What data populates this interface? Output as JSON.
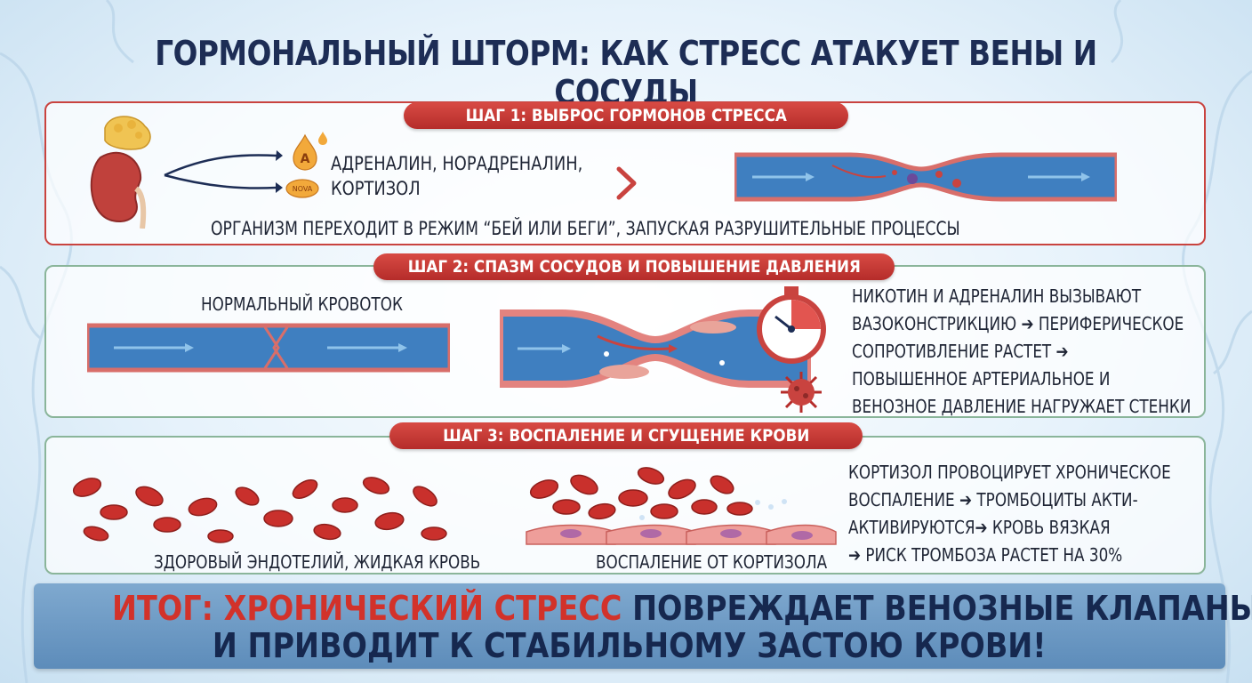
{
  "title": "ГОРМОНАЛЬНЫЙ ШТОРМ: КАК СТРЕСС АТАКУЕТ ВЕНЫ И СОСУДЫ",
  "step1": {
    "label": "ШАГ 1: ВЫБРОС ГОРМОНОВ СТРЕССА",
    "hormones_line1": "АДРЕНАЛИН, НОРАДРЕНАЛИН,",
    "hormones_line2": "КОРТИЗОЛ",
    "drop_a": "A",
    "drop_b": "NOVA",
    "caption": "ОРГАНИЗМ ПЕРЕХОДИТ В РЕЖИМ “БЕЙ ИЛИ БЕГИ”, ЗАПУСКАЯ РАЗРУШИТЕЛЬНЫЕ ПРОЦЕССЫ"
  },
  "step2": {
    "label": "ШАГ 2: СПАЗМ СОСУДОВ И ПОВЫШЕНИЕ ДАВЛЕНИЯ",
    "normal_label": "НОРМАЛЬНЫЙ КРОВОТОК",
    "text": [
      "НИКОТИН И АДРЕНАЛИН ВЫЗЫВАЮТ",
      "ВАЗОКОНСТРИКЦИЮ ➔ ПЕРИФЕРИЧЕСКОЕ",
      "СОПРОТИВЛЕНИЕ РАСТЕТ ➔",
      "ПОВЫШЕННОЕ АРТЕРИАЛЬНОЕ И",
      "ВЕНОЗНОЕ ДАВЛЕНИЕ НАГРУЖАЕТ СТЕНКИ"
    ]
  },
  "step3": {
    "label": "ШАГ 3: ВОСПАЛЕНИЕ И СГУЩЕНИЕ КРОВИ",
    "healthy_label": "ЗДОРОВЫЙ ЭНДОТЕЛИЙ, ЖИДКАЯ КРОВЬ",
    "inflammation_label": "ВОСПАЛЕНИЕ ОТ КОРТИЗОЛА",
    "text": [
      "КОРТИЗОЛ ПРОВОЦИРУЕТ ХРОНИЧЕСКОЕ",
      "ВОСПАЛЕНИЕ ➔ ТРОМБОЦИТЫ АКТИ-",
      "АКТИВИРУЮТСЯ➔ КРОВЬ ВЯЗКАЯ",
      "➔ РИСК ТРОМБОЗА РАСТЕТ НА 30%"
    ]
  },
  "summary": {
    "red_part": "ИТОГ: ХРОНИЧЕСКИЙ СТРЕСС",
    "navy_part": " ПОВРЕЖДАЕТ ВЕНОЗНЫЕ КЛАПАНЫ",
    "line2": "И ПРИВОДИТ К СТАБИЛЬНОМУ ЗАСТОЮ КРОВИ!"
  },
  "colors": {
    "accent_red": "#d2322a",
    "navy": "#16284f",
    "vessel_blue": "#3f7fc0",
    "vessel_wall": "#e3837f"
  }
}
